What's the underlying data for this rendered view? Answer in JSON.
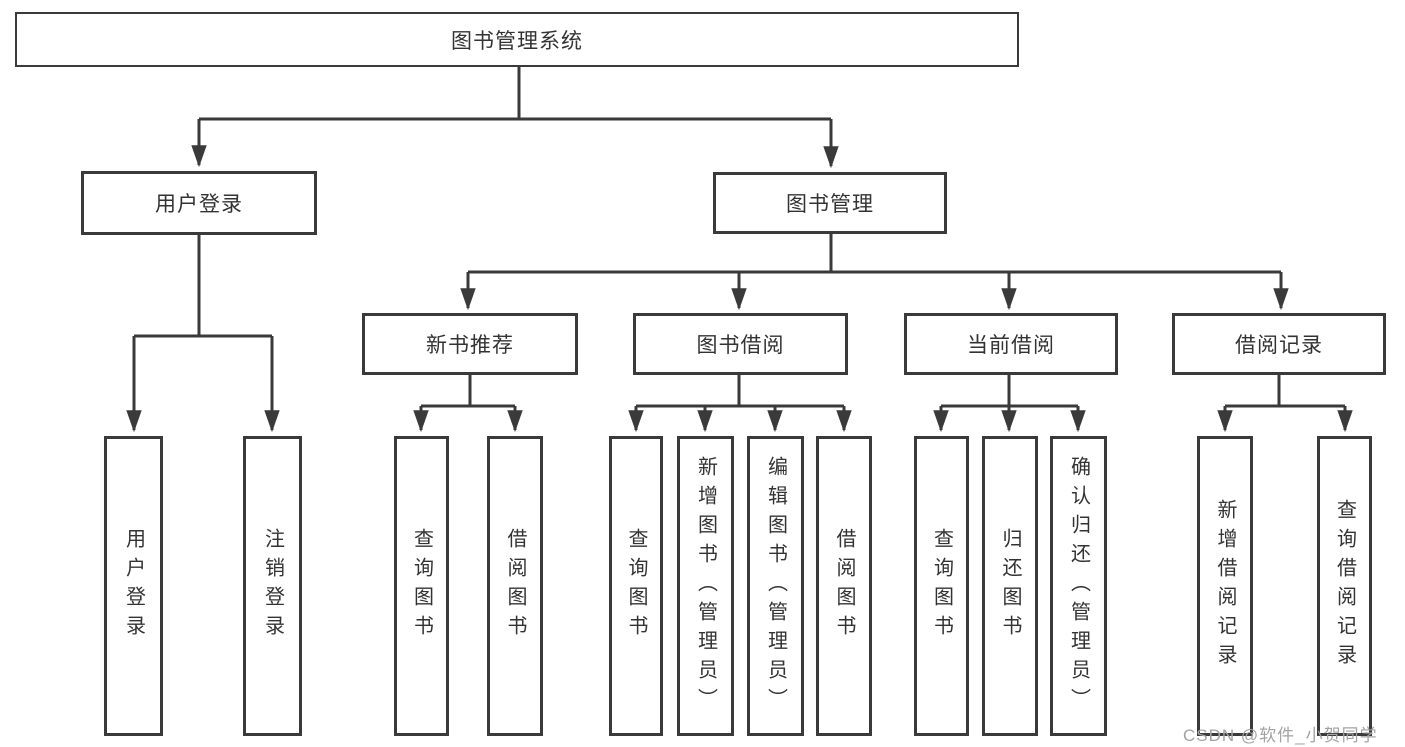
{
  "diagram_type": "hierarchy-tree",
  "colors": {
    "line": "#3a3a3a",
    "box_border": "#3a3a3a",
    "text": "#333333",
    "background": "#ffffff",
    "watermark": "#a3a3a3"
  },
  "tree": {
    "label": "图书管理系统",
    "children": [
      {
        "label": "用户登录",
        "children": [
          {
            "label": "用户登录"
          },
          {
            "label": "注销登录"
          }
        ]
      },
      {
        "label": "图书管理",
        "children": [
          {
            "label": "新书推荐",
            "children": [
              {
                "label": "查询图书"
              },
              {
                "label": "借阅图书"
              }
            ]
          },
          {
            "label": "图书借阅",
            "children": [
              {
                "label": "查询图书"
              },
              {
                "label": "新增图书（管理员）"
              },
              {
                "label": "编辑图书（管理员）"
              },
              {
                "label": "借阅图书"
              }
            ]
          },
          {
            "label": "当前借阅",
            "children": [
              {
                "label": "查询图书"
              },
              {
                "label": "归还图书"
              },
              {
                "label": "确认归还（管理员）"
              }
            ]
          },
          {
            "label": "借阅记录",
            "children": [
              {
                "label": "新增借阅记录"
              },
              {
                "label": "查询借阅记录"
              }
            ]
          }
        ]
      }
    ]
  },
  "watermark": {
    "text": "CSDN @软件_小贺同学"
  }
}
